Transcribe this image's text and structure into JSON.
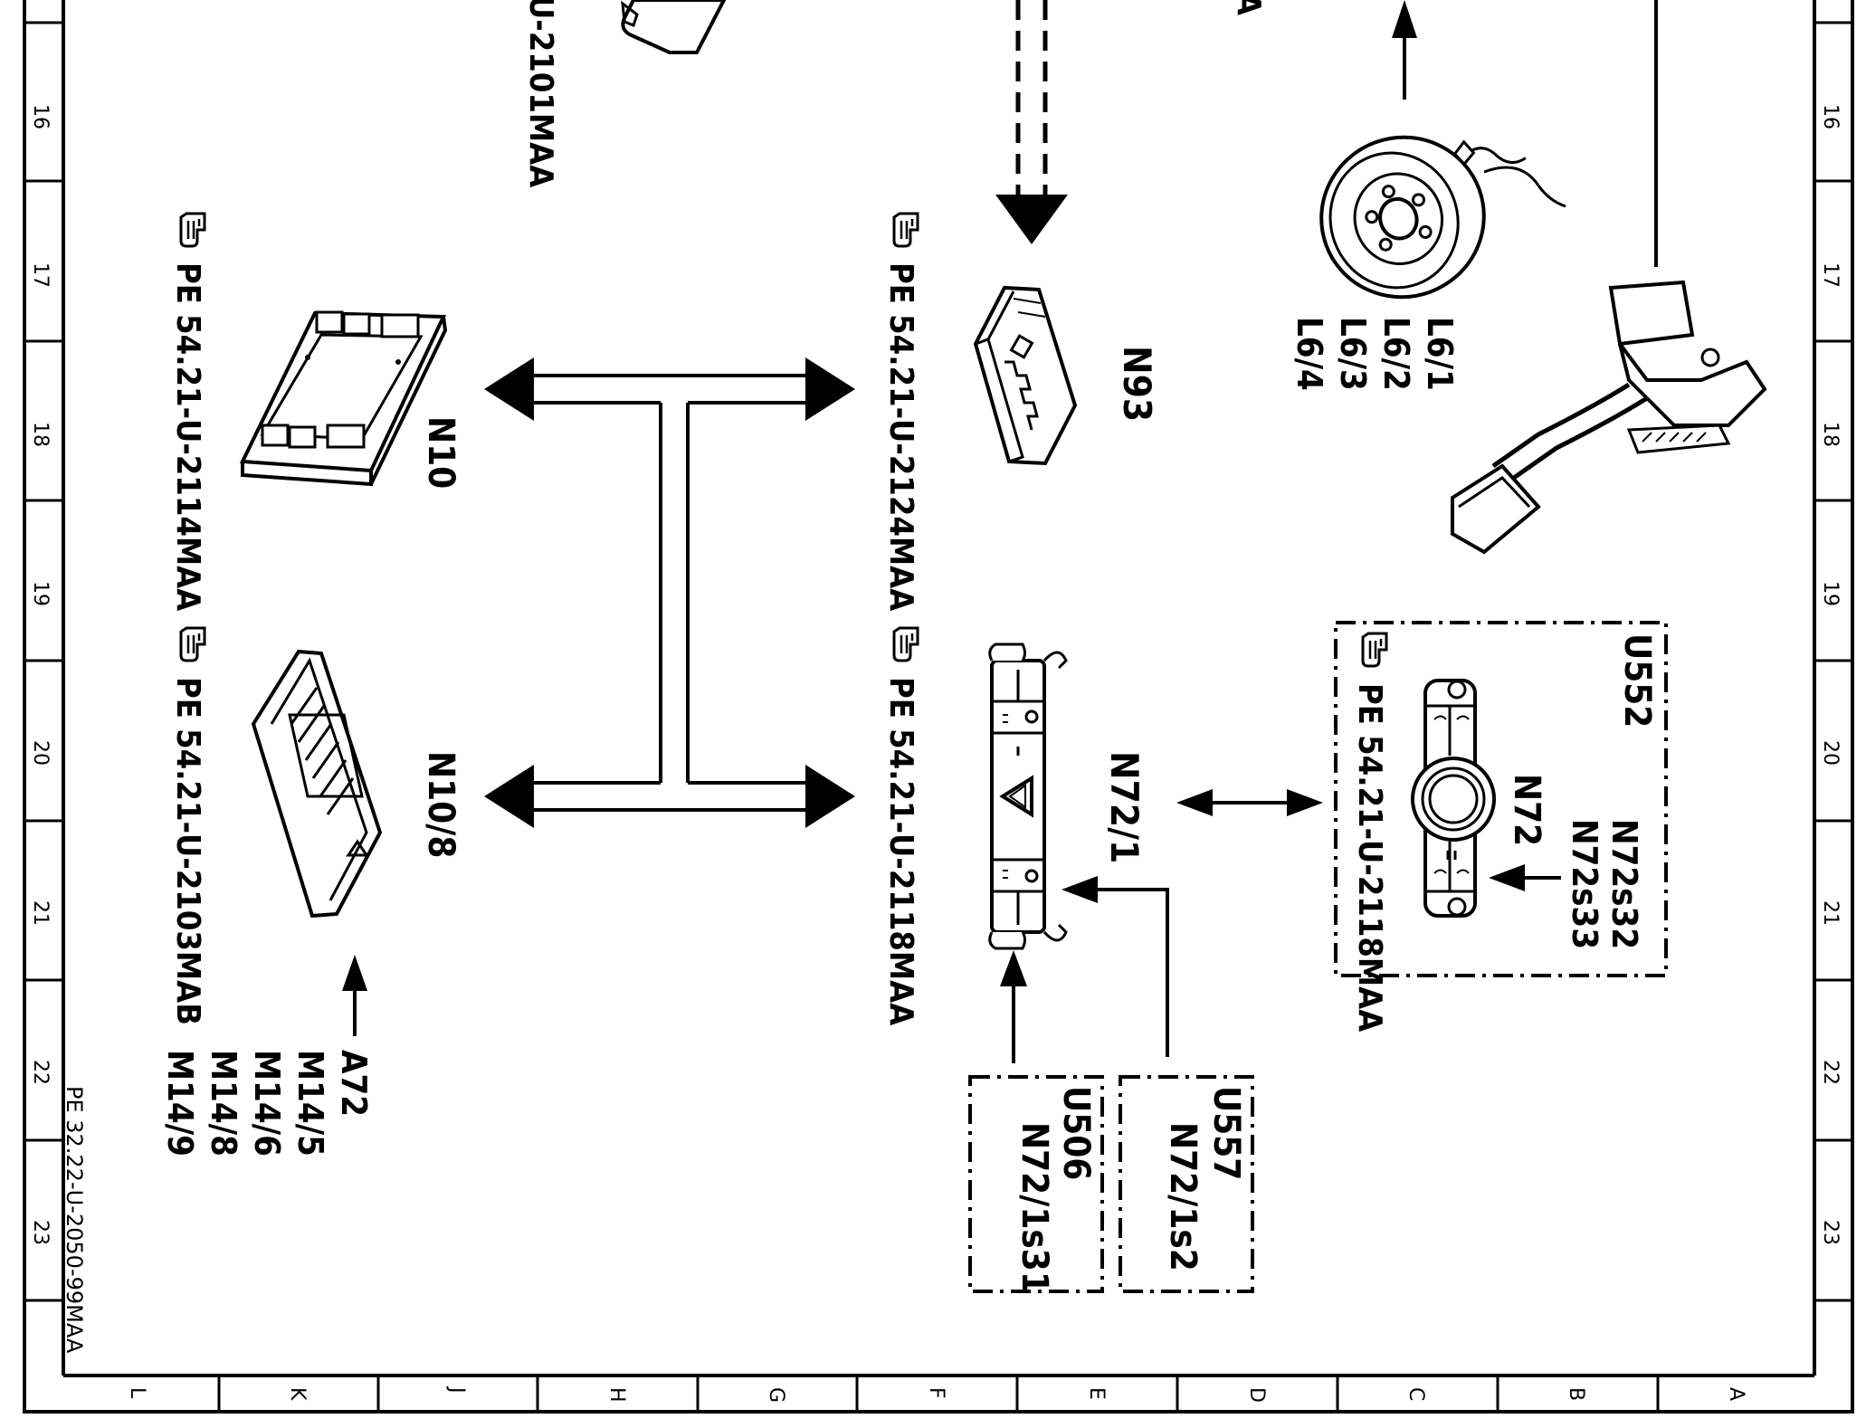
{
  "frame": {
    "row_numbers": [
      "16",
      "17",
      "18",
      "19",
      "20",
      "21",
      "22",
      "23"
    ],
    "column_letters": [
      "L",
      "K",
      "J",
      "H",
      "G",
      "F",
      "E",
      "D",
      "C",
      "B",
      "A"
    ],
    "drawing_number": "PE 32.22-U-2050-99MAA"
  },
  "components": {
    "n10": {
      "label": "N10",
      "ref": "PE 54.21-U-2114MAA"
    },
    "n10_8": {
      "label": "N10/8",
      "ref": "PE 54.21-U-2103MAB"
    },
    "n93": {
      "label": "N93",
      "ref": "PE 54.21-U-2124MAA"
    },
    "n72_1": {
      "label": "N72/1",
      "ref": "PE 54.21-U-2118MAA"
    },
    "u552": {
      "group": "U552",
      "label": "N72",
      "ref": "PE 54.21-U-2118MAA",
      "sub": [
        "N72s32",
        "N72s33"
      ]
    },
    "u506": {
      "group": "U506",
      "label": "N72/1s31"
    },
    "u557": {
      "group": "U557",
      "label": "N72/1s2"
    },
    "brake": {
      "labels": [
        "L6/1",
        "L6/2",
        "L6/3",
        "L6/4"
      ]
    },
    "inputs_a72": {
      "labels": [
        "A72",
        "M14/5",
        "M14/6",
        "M14/8",
        "M14/9"
      ]
    },
    "top_clipped": {
      "ref_fragment": "U-2101MAA",
      "fragment_right": "A"
    }
  },
  "icons": [
    "pointing-hand-icon",
    "double-arrow-icon",
    "arrow-icon"
  ],
  "colors": {
    "ink": "#000000",
    "paper": "#ffffff"
  }
}
